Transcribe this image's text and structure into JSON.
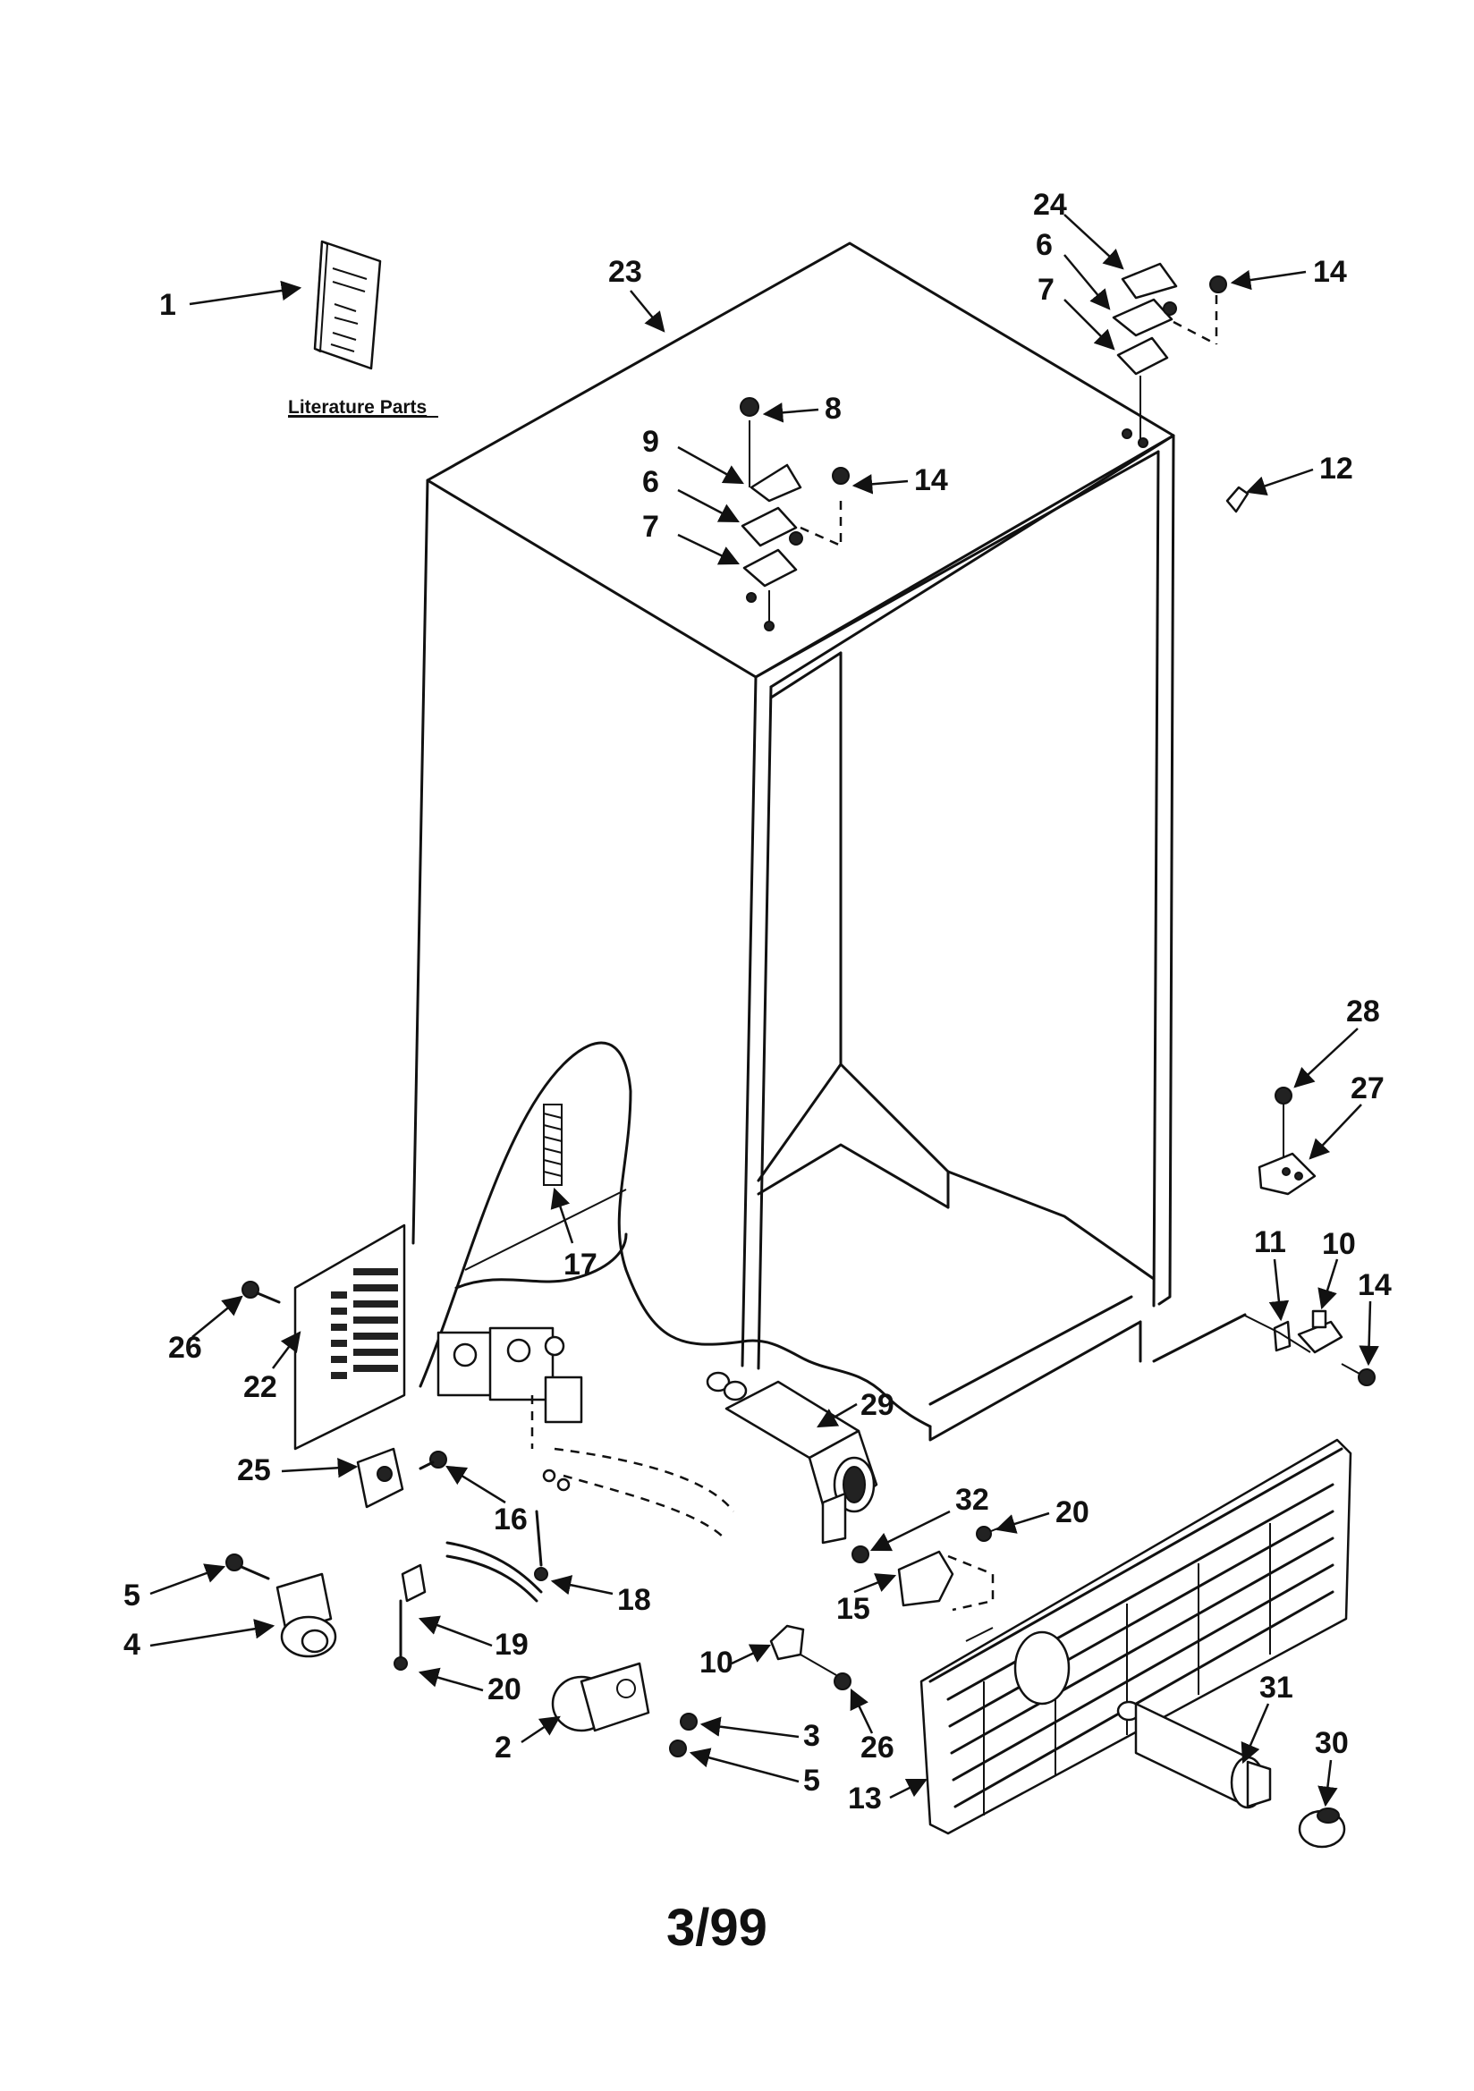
{
  "literature_label": "Literature Parts",
  "footer_code": "3/99",
  "callouts": [
    {
      "id": "c1",
      "num": "1"
    },
    {
      "id": "c23",
      "num": "23"
    },
    {
      "id": "c24",
      "num": "24"
    },
    {
      "id": "c6a",
      "num": "6"
    },
    {
      "id": "c7a",
      "num": "7"
    },
    {
      "id": "c14a",
      "num": "14"
    },
    {
      "id": "c8",
      "num": "8"
    },
    {
      "id": "c9",
      "num": "9"
    },
    {
      "id": "c6b",
      "num": "6"
    },
    {
      "id": "c14b",
      "num": "14"
    },
    {
      "id": "c7b",
      "num": "7"
    },
    {
      "id": "c12",
      "num": "12"
    },
    {
      "id": "c28",
      "num": "28"
    },
    {
      "id": "c27",
      "num": "27"
    },
    {
      "id": "c17",
      "num": "17"
    },
    {
      "id": "c11",
      "num": "11"
    },
    {
      "id": "c10a",
      "num": "10"
    },
    {
      "id": "c14c",
      "num": "14"
    },
    {
      "id": "c26a",
      "num": "26"
    },
    {
      "id": "c22",
      "num": "22"
    },
    {
      "id": "c29",
      "num": "29"
    },
    {
      "id": "c25",
      "num": "25"
    },
    {
      "id": "c16",
      "num": "16"
    },
    {
      "id": "c32",
      "num": "32"
    },
    {
      "id": "c20a",
      "num": "20"
    },
    {
      "id": "c5a",
      "num": "5"
    },
    {
      "id": "c18",
      "num": "18"
    },
    {
      "id": "c15",
      "num": "15"
    },
    {
      "id": "c4",
      "num": "4"
    },
    {
      "id": "c19",
      "num": "19"
    },
    {
      "id": "c10b",
      "num": "10"
    },
    {
      "id": "c20b",
      "num": "20"
    },
    {
      "id": "c31",
      "num": "31"
    },
    {
      "id": "c2",
      "num": "2"
    },
    {
      "id": "c3",
      "num": "3"
    },
    {
      "id": "c26b",
      "num": "26"
    },
    {
      "id": "c30",
      "num": "30"
    },
    {
      "id": "c5b",
      "num": "5"
    },
    {
      "id": "c13",
      "num": "13"
    }
  ]
}
